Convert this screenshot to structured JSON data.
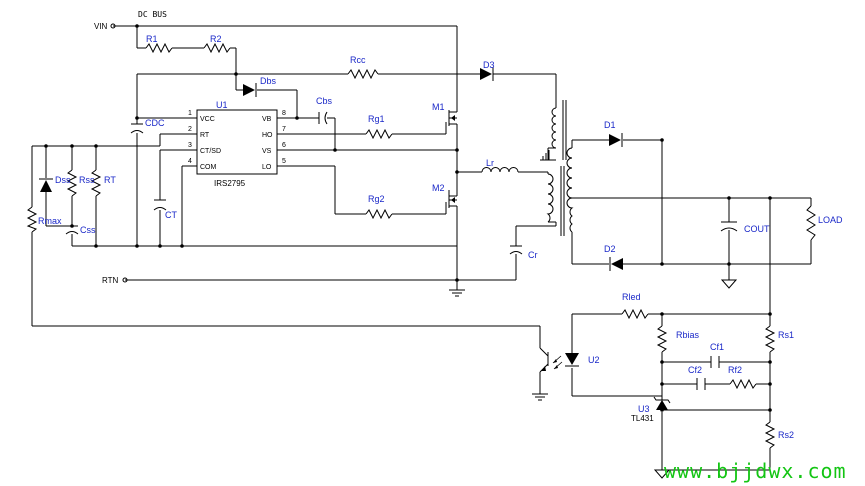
{
  "nets": {
    "vin": "VIN",
    "dc_bus": "DC BUS",
    "rtn": "RTN"
  },
  "ic": {
    "ref": "U1",
    "part": "IRS2795",
    "pins": [
      {
        "num": "1",
        "name": "VCC"
      },
      {
        "num": "2",
        "name": "RT"
      },
      {
        "num": "3",
        "name": "CT/SD"
      },
      {
        "num": "4",
        "name": "COM"
      },
      {
        "num": "5",
        "name": "LO"
      },
      {
        "num": "6",
        "name": "VS"
      },
      {
        "num": "7",
        "name": "HO"
      },
      {
        "num": "8",
        "name": "VB"
      }
    ]
  },
  "components": {
    "r1": "R1",
    "r2": "R2",
    "rcc": "Rcc",
    "d3": "D3",
    "dbs": "Dbs",
    "cbs": "Cbs",
    "cdc": "CDC",
    "rg1": "Rg1",
    "rg2": "Rg2",
    "m1": "M1",
    "m2": "M2",
    "lr": "Lr",
    "cr": "Cr",
    "dss": "Dss",
    "rss": "Rss",
    "rt": "RT",
    "css": "Css",
    "ct": "CT",
    "rmax": "Rmax",
    "d1": "D1",
    "d2": "D2",
    "cout": "COUT",
    "load": "LOAD",
    "rled": "Rled",
    "rbias": "Rbias",
    "cf1": "Cf1",
    "cf2": "Cf2",
    "rf2": "Rf2",
    "rs1": "Rs1",
    "rs2": "Rs2",
    "u2": "U2",
    "u3": "U3",
    "tl431": "TL431"
  },
  "watermark": "www.bjjdwx.com"
}
